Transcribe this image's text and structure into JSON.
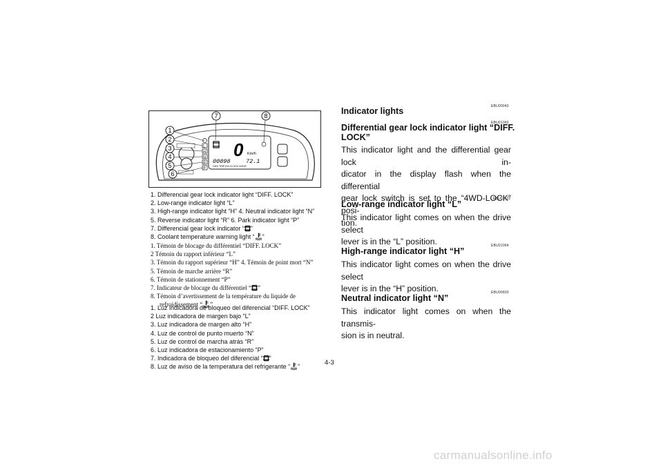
{
  "figure": {
    "callouts": [
      "1",
      "2",
      "3",
      "4",
      "5",
      "6",
      "7",
      "8"
    ],
    "display": {
      "speed": "0",
      "speed_unit": "Km/h",
      "odometer": "00898",
      "trip": "72.1",
      "mode_labels": "ODO TRIP A B   CLOCK HOUR",
      "left_lamps": [
        "L",
        "H",
        "N",
        "R",
        "P"
      ]
    }
  },
  "captions_en": [
    "1.  Differencial gear lock indicator light “DIFF. LOCK”",
    "2.  Low-range indicator light “L”",
    "3.  High-range indicator light “H”    4.  Neutral indicator light “N”",
    "5.  Reverse indicator light “R”      6.  Park indicator light “P”",
    "7.  Differencial gear lock indicator “",
    "8.  Coolant temperature warning light “"
  ],
  "captions_fr": [
    "1.  Témoin de blocage du différentiel “DIFF. LOCK”",
    "2   Témoin du rapport inférieur “L”",
    "3.  Témoin du rapport supérieur “H”    4.   Témoin de point mort “N”",
    "5.  Témoin de marche arrière “R”",
    "6.  Témoin de stationnement “P”",
    "7.  Indicateur de blocage du différentiel “",
    "8.  Témoin d’avertissement de la température du liquide de",
    "refroidissement “"
  ],
  "captions_es": [
    "1.  Luz indicadora de bloqueo del diferencial “DIFF. LOCK”",
    "2   Luz indicadora de margen bajo “L”",
    "3.  Luz indicadora de margen alto “H”",
    "4.  Luz de control de punto muerto “N”",
    "5.  Luz de control de marcha atrás “R”",
    "6.  Luz indicadora de estacionamiento “P”",
    "7.  Indicadora de bloqueo del diferencial “",
    "8.  Luz de aviso de la temperatura del refrigerante “"
  ],
  "close_quote": "”",
  "page_number": "4-3",
  "sections": [
    {
      "code": "EBU00043",
      "title": "Indicator lights",
      "body": []
    },
    {
      "code": "EBU01060",
      "title_lines": [
        "Differential gear lock indicator light “DIFF.",
        "LOCK”"
      ],
      "body": [
        "This indicator light and the differential gear lock in-",
        "dicator in the display flash when the differential",
        "gear lock switch is set to the “4WD-LOCK” posi-",
        "tion."
      ]
    },
    {
      "code": "EBU01122",
      "title": "Low-range indicator light “L”",
      "body": [
        "This indicator light comes on when the drive select",
        "lever is in the “L” position."
      ]
    },
    {
      "code": "EBU01064",
      "title": "High-range indicator light “H”",
      "body": [
        "This indicator light comes on when the drive select",
        "lever is in the “H” position."
      ]
    },
    {
      "code": "EBU00603",
      "title": "Neutral indicator light “N”",
      "body": [
        "This indicator light comes on when the transmis-",
        "sion is in neutral."
      ]
    }
  ],
  "watermark": "carmanualsonline.info"
}
